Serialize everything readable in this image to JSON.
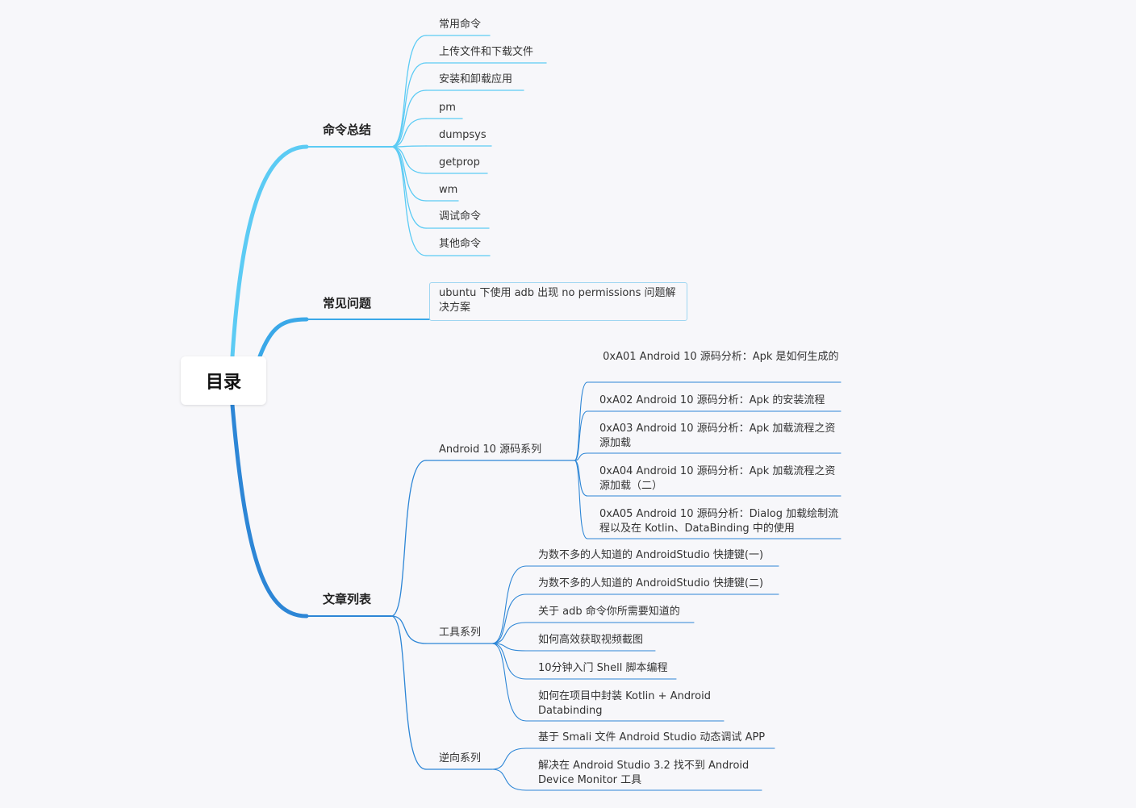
{
  "root": {
    "label": "目录"
  },
  "branches": {
    "commands": {
      "label": "命令总结",
      "color": "#5ccbf4",
      "items": [
        "常用命令",
        "上传文件和下载文件",
        "安装和卸载应用",
        "pm",
        "dumpsys",
        "getprop",
        "wm",
        "调试命令",
        "其他命令"
      ]
    },
    "faq": {
      "label": "常见问题",
      "color": "#3aa8e8",
      "items": [
        "ubuntu 下使用 adb 出现 no permissions 问题解决方案"
      ]
    },
    "articles": {
      "label": "文章列表",
      "color": "#2d86d6",
      "groups": [
        {
          "label": "Android 10 源码系列",
          "items": [
            " 0xA01 Android 10 源码分析：Apk 是如何生成的",
            "0xA02 Android 10 源码分析：Apk 的安装流程",
            "0xA03 Android 10 源码分析：Apk 加载流程之资源加载",
            "0xA04 Android 10 源码分析：Apk 加载流程之资源加载（二）",
            "0xA05 Android 10 源码分析：Dialog 加载绘制流程以及在 Kotlin、DataBinding 中的使用"
          ]
        },
        {
          "label": "工具系列",
          "items": [
            "为数不多的人知道的 AndroidStudio 快捷键(一)",
            "为数不多的人知道的 AndroidStudio 快捷键(二)",
            "关于 adb 命令你所需要知道的",
            "如何高效获取视频截图",
            "10分钟入门 Shell 脚本编程",
            "如何在项目中封装 Kotlin + Android Databinding"
          ]
        },
        {
          "label": "逆向系列",
          "items": [
            "基于 Smali 文件 Android Studio 动态调试 APP",
            "解决在 Android Studio 3.2 找不到 Android Device Monitor 工具"
          ]
        }
      ]
    }
  }
}
